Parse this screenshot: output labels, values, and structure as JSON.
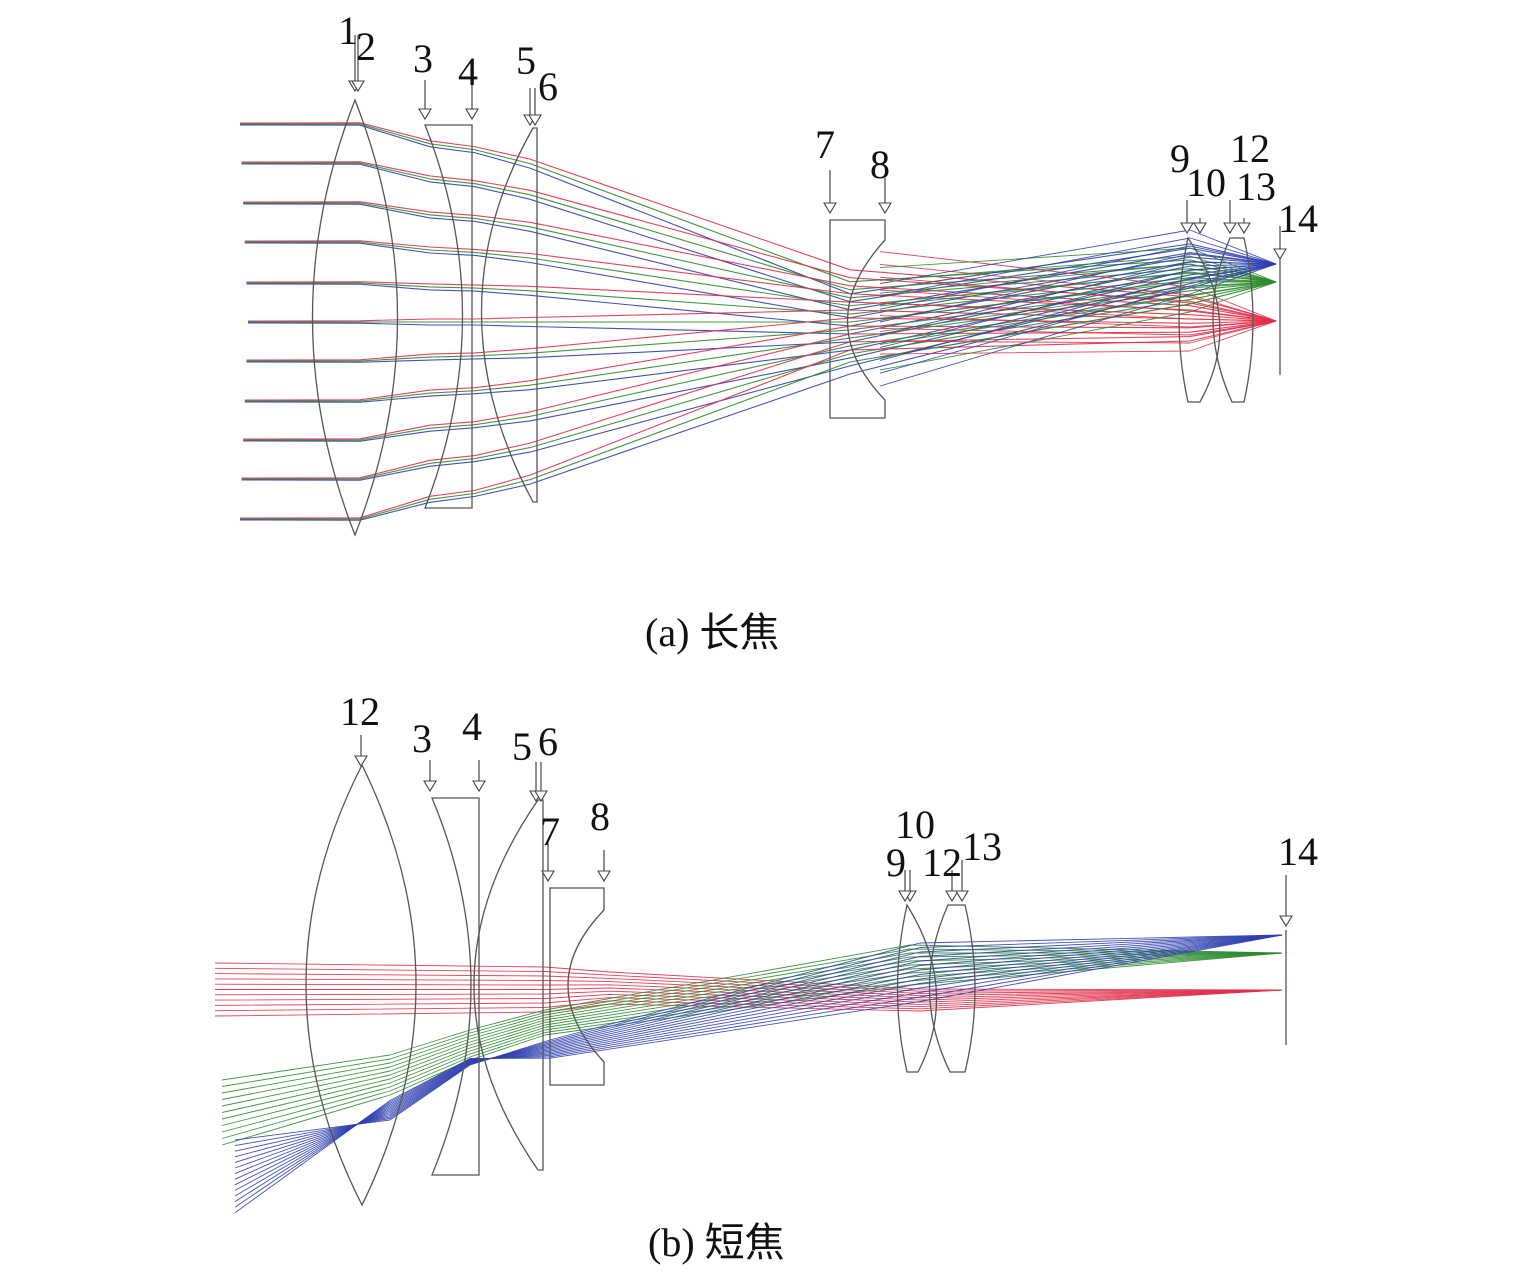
{
  "colors": {
    "red": "#e0304a",
    "green": "#2e8b2e",
    "blue": "#2f3fb0",
    "lens": "#555555"
  },
  "panels": [
    {
      "caption": "(a) 长焦",
      "surface_labels": [
        "1",
        "2",
        "3",
        "4",
        "5",
        "6",
        "7",
        "8",
        "9",
        "10",
        "12",
        "13",
        "14"
      ]
    },
    {
      "caption": "(b) 短焦",
      "surface_labels": [
        "12",
        "3",
        "4",
        "5",
        "6",
        "7",
        "8",
        "10",
        "9",
        "12",
        "13",
        "14"
      ]
    }
  ]
}
